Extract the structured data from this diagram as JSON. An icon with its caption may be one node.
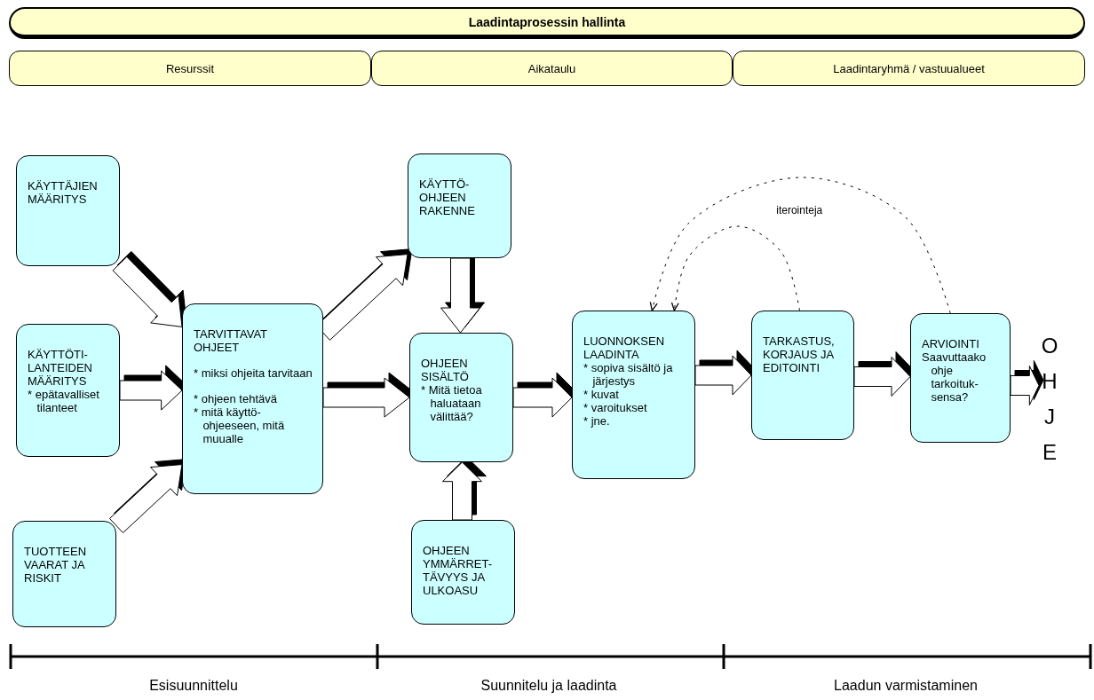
{
  "diagram": {
    "nodes": [
      {
        "text": [
          "Laadintaprosessin hallinta"
        ]
      },
      {
        "text": [
          "Resurssit"
        ]
      },
      {
        "text": [
          "Aikataulu"
        ]
      },
      {
        "text": [
          "Laadintaryhmä / vastuualueet"
        ]
      },
      {
        "text": [
          "KÄYTTÄJIEN MÄÄRITYS"
        ]
      },
      {
        "text": [
          "KÄYTTÖTI- LANTEIDEN MÄÄRITYS",
          "* epätavalliset tilanteet"
        ]
      },
      {
        "text": [
          "TUOTTEEN VAARAT JA RISKIT"
        ]
      },
      {
        "text": [
          "TARVITTAVAT OHJEET",
          "* miksi ohjeita tarvitaan",
          "* ohjeen tehtävä",
          "* mitä käyttö- ohjeeseen, mitä muualle"
        ]
      },
      {
        "text": [
          "KÄYTTÖ- OHJEEN RAKENNE"
        ]
      },
      {
        "text": [
          "OHJEEN SISÄLTÖ",
          "* Mitä tietoa haluataan välittää?"
        ]
      },
      {
        "text": [
          "OHJEEN YMMÄRRET- TÄVYYS JA ULKOASU"
        ]
      },
      {
        "text": [
          "LUONNOKSEN LAADINTA",
          "* sopiva sisältö ja järjestys",
          "* kuvat",
          "* varoitukset",
          "* jne."
        ]
      },
      {
        "text": [
          "TARKASTUS, KORJAUS JA EDITOINTI"
        ]
      },
      {
        "text": [
          "ARVIOINTI",
          "Saavuttaako ohje tarkoituk- sensa?"
        ]
      },
      {
        "text": [
          "OHJE"
        ]
      }
    ],
    "edges": [
      {
        "from": 4,
        "to": 7,
        "arrow": "to"
      },
      {
        "from": 5,
        "to": 7,
        "arrow": "to"
      },
      {
        "from": 6,
        "to": 7,
        "arrow": "to"
      },
      {
        "from": 7,
        "to": 8,
        "arrow": "to"
      },
      {
        "from": 7,
        "to": 9,
        "arrow": "to"
      },
      {
        "from": 8,
        "to": 9,
        "arrow": "to"
      },
      {
        "from": 10,
        "to": 9,
        "arrow": "to"
      },
      {
        "from": 9,
        "to": 11,
        "arrow": "to"
      },
      {
        "from": 11,
        "to": 12,
        "arrow": "to"
      },
      {
        "from": 12,
        "to": 13,
        "arrow": "to"
      },
      {
        "from": 13,
        "to": 14,
        "arrow": "to"
      },
      {
        "from": 12,
        "to": 11,
        "arrow": "to",
        "style": "dashed"
      },
      {
        "from": 13,
        "to": 11,
        "arrow": "to",
        "style": "dashed",
        "label": "iterointeja"
      }
    ],
    "labels": [
      "Esisuunnittelu",
      "Suunnitelu ja laadinta",
      "Laadun varmistaminen"
    ]
  }
}
